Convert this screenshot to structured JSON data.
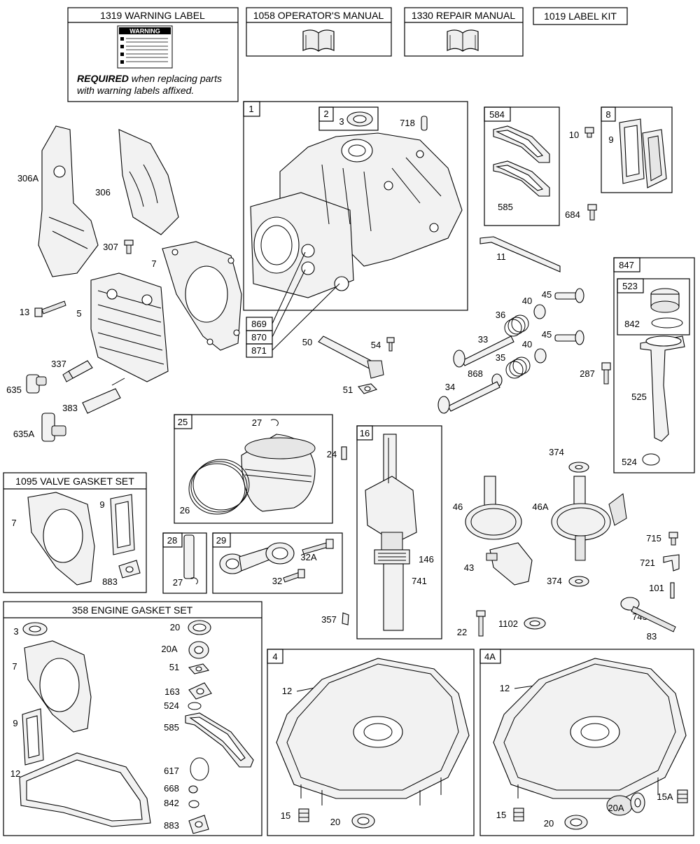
{
  "headers": {
    "warning_label": "1319 WARNING LABEL",
    "operators_manual": "1058 OPERATOR'S MANUAL",
    "repair_manual": "1330 REPAIR MANUAL",
    "label_kit": "1019 LABEL KIT"
  },
  "warning": {
    "sticker_title": "WARNING",
    "required_bold": "REQUIRED",
    "required_rest": " when replacing parts",
    "line2": "with warning labels affixed."
  },
  "kits": {
    "valve_gasket_set": "1095 VALVE GASKET SET",
    "engine_gasket_set": "358 ENGINE GASKET SET"
  },
  "callouts": {
    "c1": "1",
    "c2": "2",
    "c3": "3",
    "c718": "718",
    "c584": "584",
    "c585": "585",
    "c8": "8",
    "c9": "9",
    "c10": "10",
    "c684": "684",
    "c306A": "306A",
    "c306": "306",
    "c307": "307",
    "c7": "7",
    "c13": "13",
    "c5": "5",
    "c337": "337",
    "c635": "635",
    "c383": "383",
    "c635A": "635A",
    "c869": "869",
    "c870": "870",
    "c871": "871",
    "c11": "11",
    "c847": "847",
    "c523": "523",
    "c842": "842",
    "c45a": "45",
    "c40a": "40",
    "c36": "36",
    "c33": "33",
    "c45b": "45",
    "c40b": "40",
    "c35": "35",
    "c868": "868",
    "c34": "34",
    "c287": "287",
    "c525": "525",
    "c524": "524",
    "c50": "50",
    "c54": "54",
    "c51": "51",
    "c25": "25",
    "c27a": "27",
    "c26": "26",
    "c24": "24",
    "c16": "16",
    "c146": "146",
    "c741": "741",
    "c357": "357",
    "c374a": "374",
    "c46": "46",
    "c46A": "46A",
    "c43": "43",
    "c374b": "374",
    "c715": "715",
    "c721": "721",
    "c101": "101",
    "c743": "743",
    "c83": "83",
    "c22": "22",
    "c1102": "1102",
    "c28": "28",
    "c27b": "27",
    "c29": "29",
    "c32A": "32A",
    "c32": "32",
    "v7": "7",
    "v9": "9",
    "v883": "883",
    "e3": "3",
    "e7": "7",
    "e9": "9",
    "e12": "12",
    "e20": "20",
    "e20A": "20A",
    "e51": "51",
    "e163": "163",
    "e524": "524",
    "e585": "585",
    "e617": "617",
    "e668": "668",
    "e842": "842",
    "e883": "883",
    "c4": "4",
    "s4_12": "12",
    "s4_15": "15",
    "s4_20": "20",
    "c4A": "4A",
    "s4A_12": "12",
    "s4A_15": "15",
    "s4A_20": "20",
    "s4A_20A": "20A",
    "s4A_15A": "15A"
  }
}
